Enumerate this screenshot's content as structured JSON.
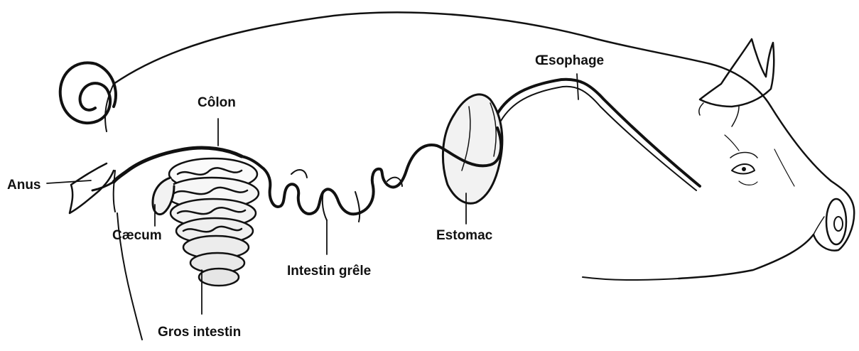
{
  "labels": {
    "oesophage": "Œsophage",
    "colon": "Côlon",
    "anus": "Anus",
    "caecum": "Cæcum",
    "estomac": "Estomac",
    "intestin_grele": "Intestin grêle",
    "gros_intestin": "Gros intestin"
  },
  "colors": {
    "outline": "#111111",
    "background": "#ffffff"
  }
}
